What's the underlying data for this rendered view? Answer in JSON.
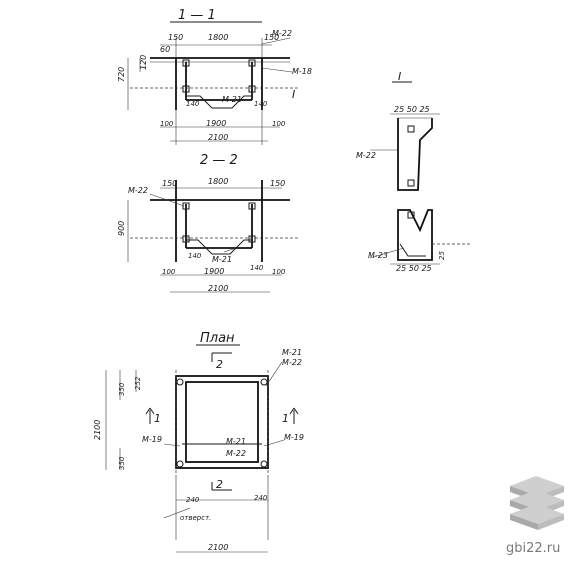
{
  "section_1_1": {
    "title": "1 — 1",
    "dim_top_left": "150",
    "dim_top_mid": "1800",
    "dim_top_right": "150",
    "dim_small_60": "60",
    "dim_height_720": "720",
    "dim_height_120": "120",
    "dim_140_left": "140",
    "dim_140_right": "140",
    "dim_100_left": "100",
    "dim_1900": "1900",
    "dim_100_right": "100",
    "dim_2100": "2100",
    "label_m22": "М-22",
    "label_m18": "М-18",
    "label_m21": "М-21",
    "label_node": "I"
  },
  "section_2_2": {
    "title": "2 — 2",
    "dim_top_left": "150",
    "dim_top_mid": "1800",
    "dim_top_right": "150",
    "dim_height_900": "900",
    "dim_140_left": "140",
    "dim_140_right": "140",
    "dim_100_left": "100",
    "dim_1900": "1900",
    "dim_100_right": "100",
    "dim_2100": "2100",
    "label_m22": "М-22",
    "label_m21": "М-21"
  },
  "node_detail": {
    "title": "I",
    "dim_top": "25 50 25",
    "dim_bottom": "25 50 25",
    "dim_side": "25",
    "label_m22": "М-22",
    "label_m23": "М-23"
  },
  "plan": {
    "title": "План",
    "section_mark_top": "2",
    "section_mark_bottom": "2",
    "section_mark_left": "1",
    "section_mark_right": "1",
    "label_m21_top": "М-21",
    "label_m22_top": "М-22",
    "label_m21_mid": "М-21",
    "label_m22_mid": "М-22",
    "label_m19_left": "М-19",
    "label_m19_right": "М-19",
    "dim_2100_vertical": "2100",
    "dim_350_top": "350",
    "dim_252_top": "252",
    "dim_350_bottom": "350",
    "dim_240_left": "240",
    "dim_240_right": "240",
    "note_opening": "отверст.",
    "dim_2100_bottom": "2100"
  },
  "watermark": {
    "site": "gbi22.ru"
  }
}
